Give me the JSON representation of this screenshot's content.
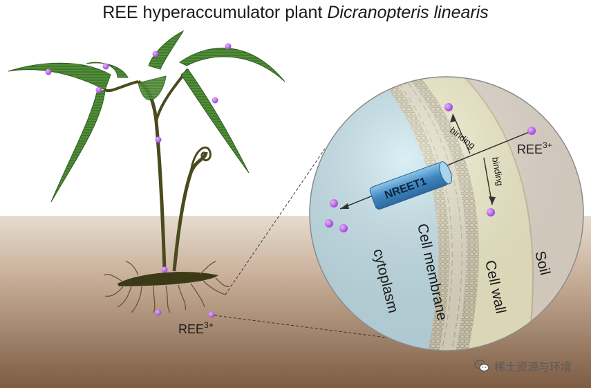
{
  "title": {
    "main": "REE hyperaccumulator plant",
    "species": "Dicranopteris linearis"
  },
  "labels": {
    "ree_soil": "REE",
    "ree_inset": "REE",
    "ree_charge": "3+",
    "transporter": "NREET1",
    "binding_top": "binding",
    "binding_right": "binding",
    "cytoplasm": "cytoplasm",
    "cell_membrane": "Cell membrane",
    "cell_wall": "Cell wall",
    "soil": "Soil"
  },
  "watermark": {
    "text": "稀土资源与环境",
    "icon": "wechat-icon"
  },
  "colors": {
    "soil_top": "#d8c8b8",
    "soil_bottom": "#8a6c52",
    "cytoplasm": "#c6e6f0",
    "cell_wall": "#fbf6d4",
    "soil_region": "#efe4d8",
    "fern": "#3f7a2c",
    "stem": "#4b4a1e",
    "ree_ion": "#b25be0",
    "transporter": "#4f97cc"
  }
}
